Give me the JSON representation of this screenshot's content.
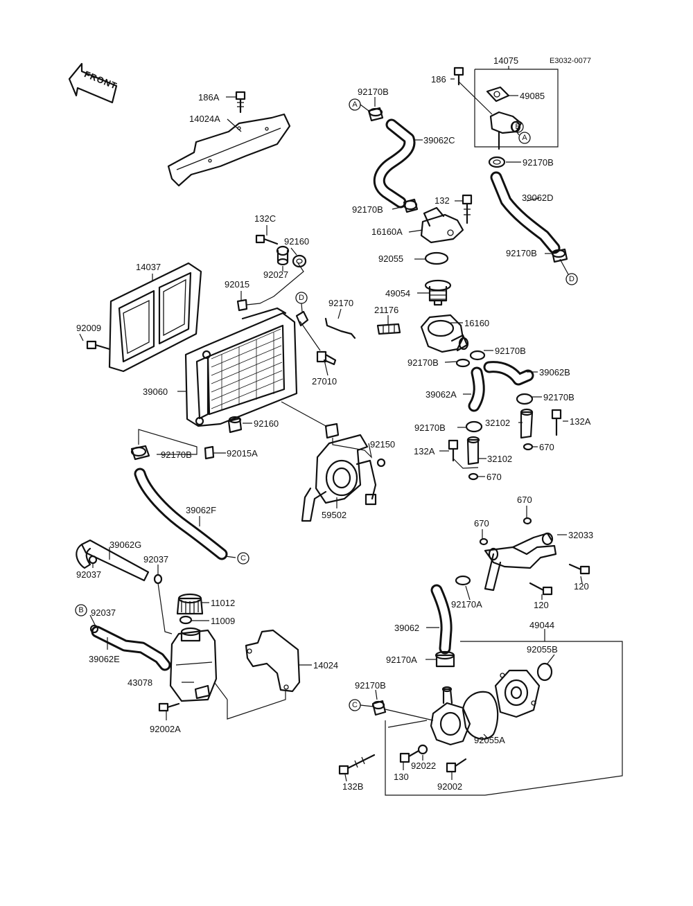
{
  "ref_code": "E3032-0077",
  "front_label": "FRONT",
  "labels": [
    "186A",
    "14024A",
    "92170B",
    "39062C",
    "14075",
    "186",
    "49085",
    "92170B",
    "39062D",
    "92170B",
    "132",
    "16160A",
    "92055",
    "92170B",
    "49054",
    "132C",
    "92160",
    "92027",
    "14037",
    "92015",
    "92170",
    "21176",
    "16160",
    "92009",
    "27010",
    "92170B",
    "92170B",
    "39062B",
    "39060",
    "39062A",
    "92170B",
    "92160",
    "92170B",
    "32102",
    "132A",
    "92150",
    "92170B",
    "92015A",
    "132A",
    "32102",
    "670",
    "670",
    "59502",
    "39062F",
    "670",
    "670",
    "32033",
    "39062G",
    "92037",
    "92037",
    "120",
    "120",
    "11012",
    "92170A",
    "11009",
    "92037",
    "39062",
    "49044",
    "92055B",
    "39062E",
    "14024",
    "92170A",
    "43078",
    "92170B",
    "92002A",
    "92055A",
    "130",
    "92022",
    "132B",
    "92002"
  ],
  "markers": [
    "A",
    "A",
    "B",
    "D",
    "D",
    "C",
    "B",
    "C"
  ]
}
